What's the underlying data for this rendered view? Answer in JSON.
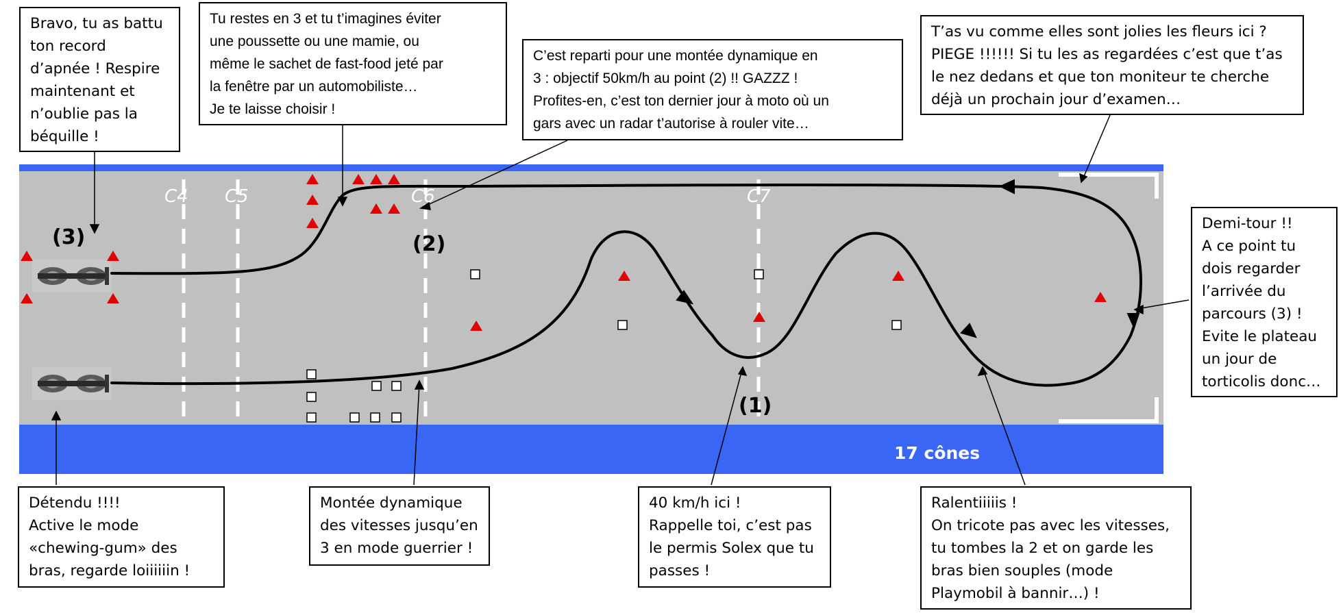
{
  "course": {
    "marker_c4": "C4",
    "marker_c5": "C5",
    "marker_c6": "C6",
    "marker_c7": "C7",
    "label_point_1": "(1)",
    "label_point_2": "(2)",
    "label_point_3": "(3)",
    "cone_count": "17 cônes",
    "colors": {
      "track": "#c0c0c0",
      "border_blue": "#3a66f5",
      "cone_red": "#e00000",
      "line_white": "#ffffff",
      "path_black": "#000000"
    }
  },
  "notes": {
    "bravo": {
      "lines": [
        "Bravo, tu as battu",
        "ton record",
        "d’apnée ! Respire",
        "maintenant et",
        "n’oublie pas la",
        "béquille !"
      ]
    },
    "troisieme": {
      "lines": [
        "Tu restes en 3 et tu t’imagines éviter",
        "une poussette ou une mamie, ou",
        "même le sachet de fast-food jeté par",
        "la fenêtre par un automobiliste…",
        "Je te laisse choisir !"
      ]
    },
    "reparti": {
      "lines": [
        "C’est reparti pour une montée dynamique en",
        "3 : objectif 50km/h au point (2) !! GAZZZ !",
        "Profites-en, c’est ton dernier jour à moto où un",
        "gars avec un radar t’autorise à rouler vite…"
      ]
    },
    "fleurs": {
      "lines": [
        "T’as vu comme elles sont jolies les fleurs ici ?",
        "PIEGE !!!!!!  Si tu les as regardées c’est que t’as",
        "le nez dedans et que ton moniteur te cherche",
        "déjà un prochain jour d’examen…"
      ]
    },
    "demitour": {
      "lines": [
        "Demi-tour !!",
        "A ce point tu",
        "dois regarder",
        "l’arrivée du",
        "parcours (3) !",
        "Evite le plateau",
        "un jour de",
        "torticolis donc…"
      ]
    },
    "detendu": {
      "lines": [
        "Détendu !!!!",
        "Active le mode",
        "«chewing-gum» des",
        "bras, regarde loiiiiiin !"
      ]
    },
    "montee": {
      "lines": [
        "Montée dynamique",
        "des vitesses jusqu’en",
        "3 en mode guerrier !"
      ]
    },
    "quarante": {
      "lines": [
        "40 km/h ici !",
        "Rappelle toi, c’est pas",
        "le permis Solex que tu",
        "passes !"
      ]
    },
    "ralenti": {
      "lines": [
        "Ralentiiiiis !",
        "On tricote pas avec les vitesses,",
        "tu tombes la 2 et on garde les",
        "bras bien souples (mode",
        "Playmobil à bannir…) !"
      ]
    }
  }
}
